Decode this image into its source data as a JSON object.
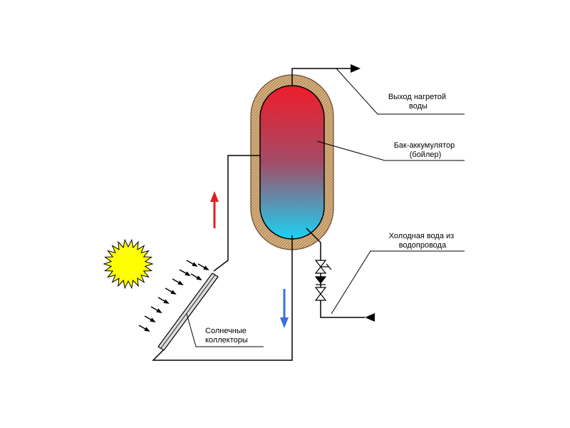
{
  "labels": {
    "hot_outlet": [
      "Выход нагретой",
      "воды"
    ],
    "tank": [
      "Бак-аккумулятор",
      "(бойлер)"
    ],
    "cold_inlet": [
      "Холодная вода из",
      "водопровода"
    ],
    "collectors": [
      "Солнечные",
      "коллекторы"
    ]
  },
  "colors": {
    "hot": "#ee1c2a",
    "cold": "#1ad2f5",
    "insulation": "#d9b484",
    "pipe": "#000000",
    "sun": "#ffff00",
    "up_arrow": "#e02020",
    "down_arrow": "#3b6fe0"
  },
  "icons": {
    "sun": "sun-icon",
    "up_flow": "arrow-up-icon",
    "down_flow": "arrow-down-icon",
    "valve": "valve-icon",
    "check_valve": "check-valve-icon"
  }
}
